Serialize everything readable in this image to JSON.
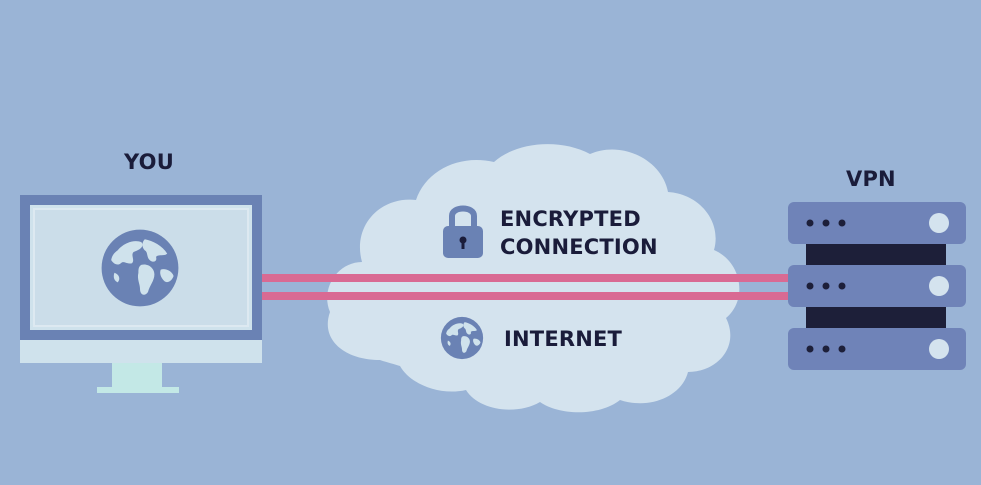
{
  "labels": {
    "you": "YOU",
    "vpn": "VPN",
    "encrypted_line1": "ENCRYPTED",
    "encrypted_line2": "CONNECTION",
    "internet": "INTERNET"
  },
  "icons": {
    "monitor": "computer-monitor-icon",
    "globe": "globe-icon",
    "lock": "padlock-icon",
    "server": "server-rack-icon"
  },
  "colors": {
    "background": "#9ab4d6",
    "cloud": "#d4e3ee",
    "tunnel": "#d96a93",
    "monitor_frame": "#6a82b4",
    "screen": "#cfe2ec",
    "stand": "#c3e8e6",
    "server_unit": "#6f83b8",
    "server_dark": "#1d1f39",
    "text": "#1a1c3a"
  }
}
